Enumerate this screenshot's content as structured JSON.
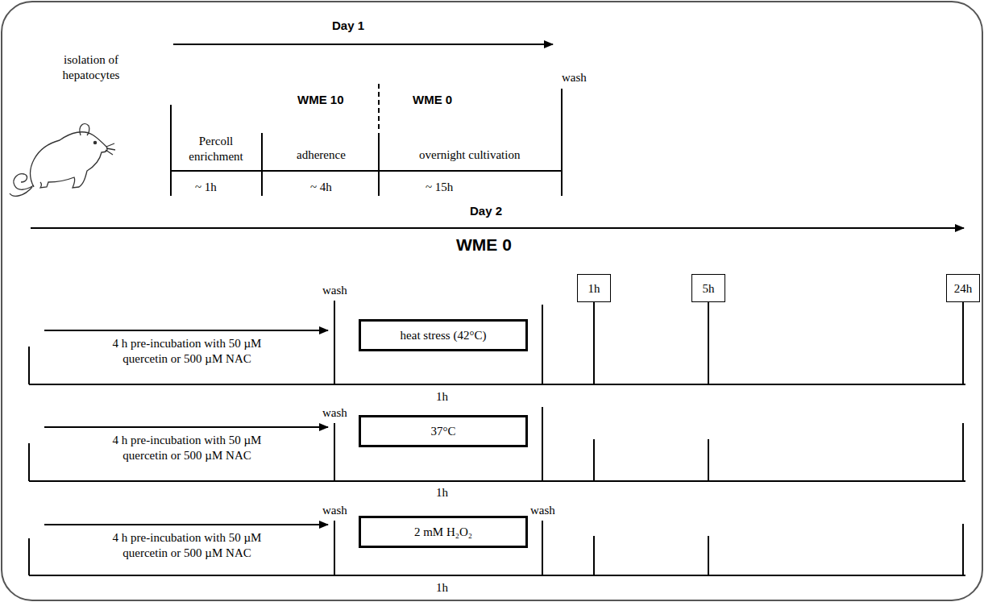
{
  "diagram": {
    "nodes": [
      {
        "text": [
          "heat stress (42°C)"
        ]
      },
      {
        "text": [
          "1h"
        ]
      },
      {
        "text": [
          "5h"
        ]
      },
      {
        "text": [
          "24h"
        ]
      },
      {
        "text": [
          "37°C"
        ]
      },
      {
        "text": [
          "2 mM H₂O₂"
        ]
      }
    ],
    "labels": [
      "isolation of hepatocytes",
      "Day 1",
      "WME 10",
      "WME 0",
      "wash",
      "Percoll enrichment",
      "adherence",
      "overnight cultivation",
      "~ 1h",
      "~ 4h",
      "~ 15h",
      "Day 2",
      "WME 0",
      "wash",
      "4 h pre-incubation with 50 µM quercetin or 500 µM NAC",
      "1h",
      "wash",
      "4 h pre-incubation with 50 µM quercetin or 500 µM NAC",
      "1h",
      "wash",
      "wash",
      "4 h pre-incubation with 50 µM quercetin or 500 µM NAC",
      "1h"
    ]
  }
}
